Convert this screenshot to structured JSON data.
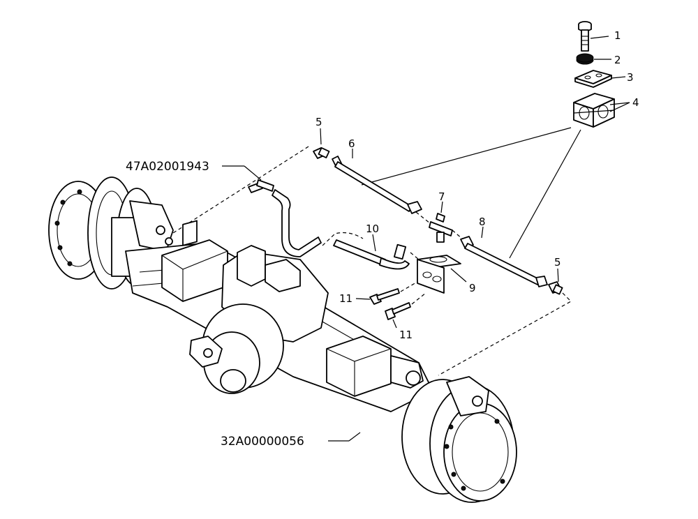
{
  "diagram": {
    "assembly_number": "32A00000056",
    "hose_kit_number": "47A02001943",
    "callouts": [
      {
        "id": "c1",
        "text": "1"
      },
      {
        "id": "c2",
        "text": "2"
      },
      {
        "id": "c3",
        "text": "3"
      },
      {
        "id": "c4",
        "text": "4"
      },
      {
        "id": "c5a",
        "text": "5"
      },
      {
        "id": "c6",
        "text": "6"
      },
      {
        "id": "c7",
        "text": "7"
      },
      {
        "id": "c8",
        "text": "8"
      },
      {
        "id": "c5b",
        "text": "5"
      },
      {
        "id": "c10",
        "text": "10"
      },
      {
        "id": "c9",
        "text": "9"
      },
      {
        "id": "c11a",
        "text": "11"
      },
      {
        "id": "c11b",
        "text": "11"
      }
    ]
  }
}
